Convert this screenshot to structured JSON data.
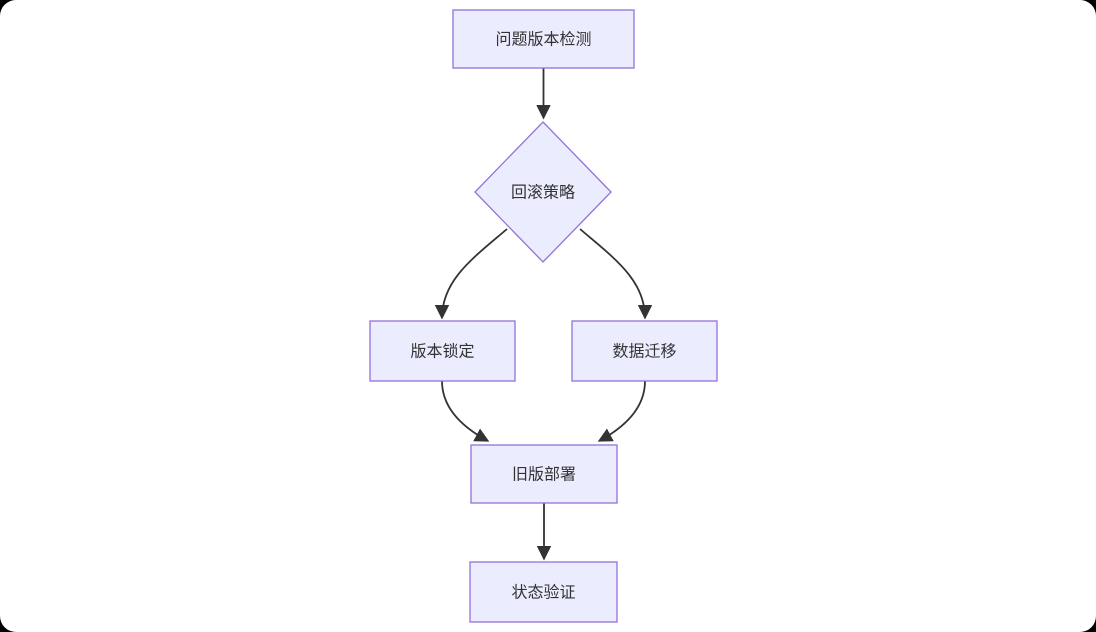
{
  "page": {
    "background_color": "#000000",
    "canvas_color": "#ffffff"
  },
  "theme": {
    "node_fill": "#ECECFF",
    "node_border": "#9370DB",
    "label_color": "#333333",
    "edge_color": "#333333"
  },
  "diagram": {
    "type": "flowchart",
    "direction": "top-down",
    "nodes": [
      {
        "id": "A",
        "shape": "rect",
        "label": "问题版本检测"
      },
      {
        "id": "B",
        "shape": "diamond",
        "label": "回滚策略"
      },
      {
        "id": "C",
        "shape": "rect",
        "label": "版本锁定"
      },
      {
        "id": "D",
        "shape": "rect",
        "label": "数据迁移"
      },
      {
        "id": "E",
        "shape": "rect",
        "label": "旧版部署"
      },
      {
        "id": "F",
        "shape": "rect",
        "label": "状态验证"
      }
    ],
    "edges": [
      {
        "from": "A",
        "to": "B"
      },
      {
        "from": "B",
        "to": "C"
      },
      {
        "from": "B",
        "to": "D"
      },
      {
        "from": "C",
        "to": "E"
      },
      {
        "from": "D",
        "to": "E"
      },
      {
        "from": "E",
        "to": "F"
      }
    ]
  }
}
